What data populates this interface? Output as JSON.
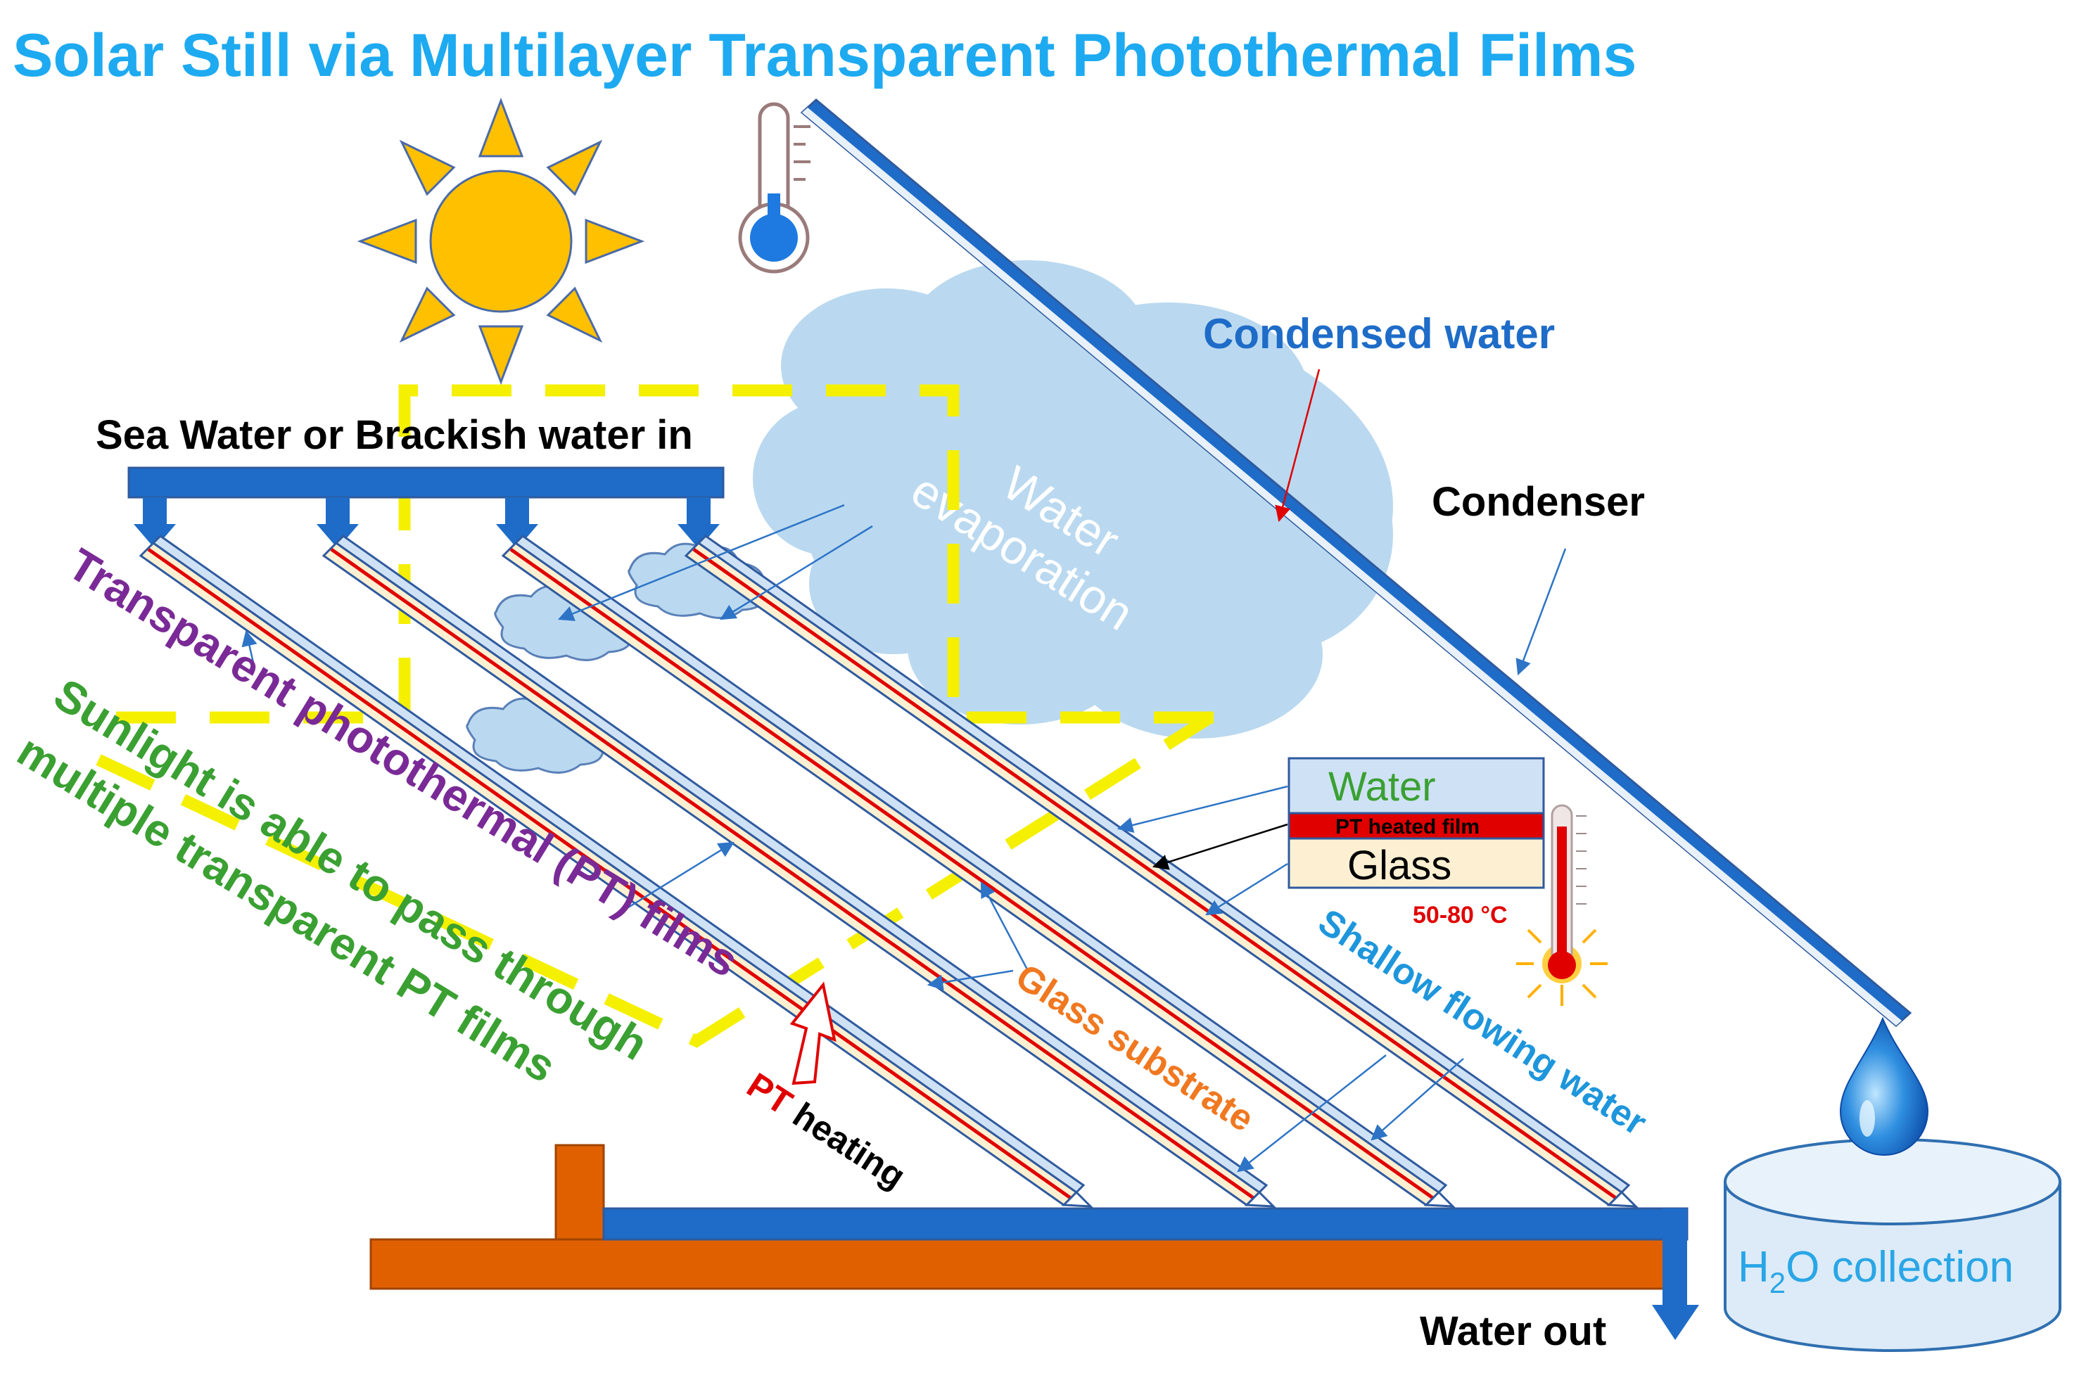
{
  "title": "Solar Still via Multilayer Transparent Photothermal Films",
  "labels": {
    "inlet": "Sea Water or  Brackish water in",
    "condensed_water": "Condensed water",
    "condenser": "Condenser",
    "water_evaporation_line1": "Water",
    "water_evaporation_line2": "evaporation",
    "pt_films": "Transparent photothermal (PT) films",
    "sunlight_line1": "Sunlight is able to pass through",
    "sunlight_line2": "multiple transparent PT films",
    "glass_substrate": "Glass substrate",
    "pt_word": "PT",
    "heating_word": " heating",
    "shallow_flowing_water": "Shallow flowing water",
    "water_out": "Water out",
    "h2o_collection_h": "H",
    "h2o_collection_sub": "2",
    "h2o_collection_rest": "O collection"
  },
  "inset": {
    "water": "Water",
    "pt_film": "PT heated film",
    "glass": "Glass",
    "temperature": "50-80 °C"
  },
  "icons": [
    "sun-icon",
    "thermometer-cold-icon",
    "thermometer-hot-icon",
    "water-drop-icon",
    "cloud-icon"
  ],
  "colors": {
    "title": "#1eaaf0",
    "pipe_blue": "#1e6cc8",
    "base_orange": "#e06000",
    "sun_yellow": "#ffc000",
    "highlight_yellow": "#f4f000",
    "pt_red": "#e00000",
    "cloud": "#bad9f0"
  }
}
